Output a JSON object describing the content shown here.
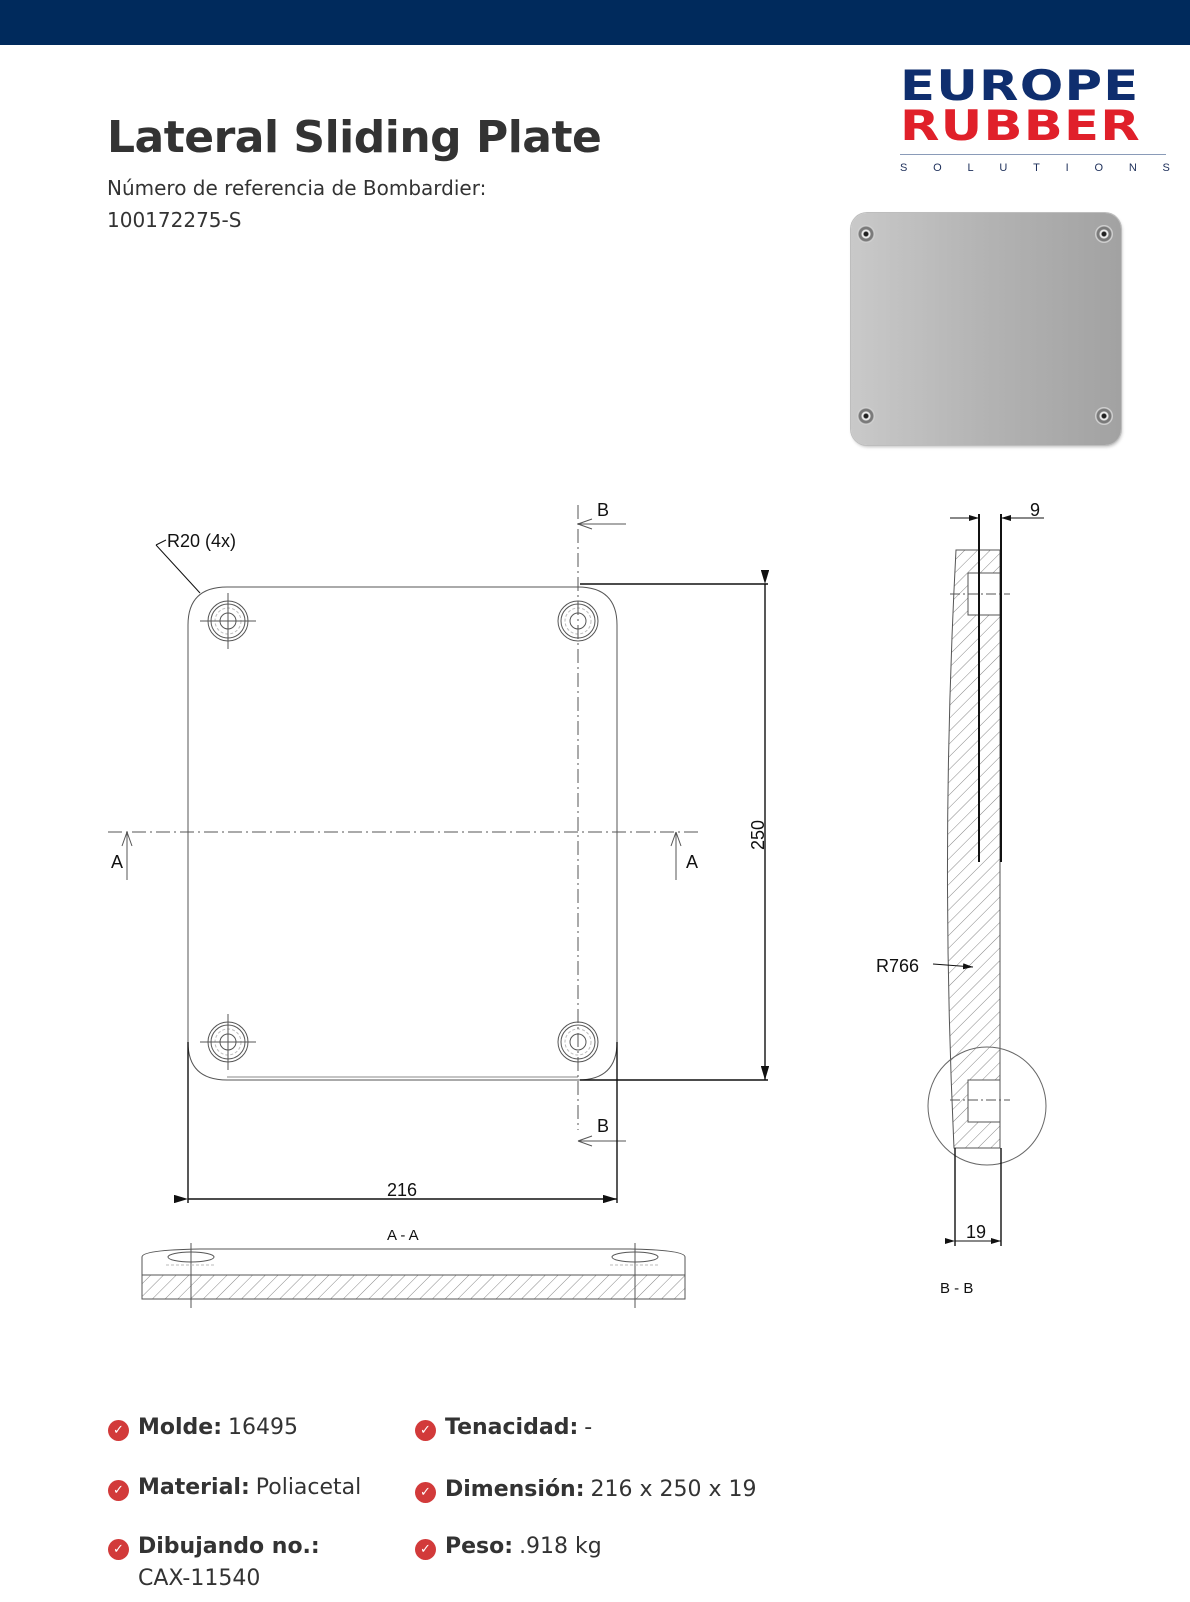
{
  "header": {
    "bar_color": "#002a5c"
  },
  "logo": {
    "line1": "EUROPE",
    "line2": "RUBBER",
    "tagline_letters": [
      "S",
      "O",
      "L",
      "U",
      "T",
      "I",
      "O",
      "N",
      "S"
    ],
    "line1_color": "#0f2e6e",
    "line2_color": "#e0202a"
  },
  "product": {
    "title": "Lateral Sliding Plate",
    "reference_label": "Número de referencia de Bombardier:",
    "reference_number": "100172275-S"
  },
  "drawing": {
    "radius_note": "R20 (4x)",
    "section_b_top": "B",
    "section_b_bottom": "B",
    "section_a_left": "A",
    "section_a_right": "A",
    "dim_height": "250",
    "dim_width": "216",
    "section_aa_label": "A - A",
    "dim_9": "9",
    "radius_side": "R766",
    "dim_19": "19",
    "section_bb_label": "B - B"
  },
  "specs": [
    {
      "label": "Molde:",
      "value": "16495"
    },
    {
      "label": "Tenacidad:",
      "value": "-"
    },
    {
      "label": "Material:",
      "value": "Poliacetal"
    },
    {
      "label": "Dimensión:",
      "value": "216 x 250 x 19"
    },
    {
      "label": "Dibujando no.:",
      "value": "CAX-11540"
    },
    {
      "label": "Peso:",
      "value": ".918 kg"
    }
  ],
  "colors": {
    "check_icon": "#d23a3a",
    "text": "#333333"
  }
}
